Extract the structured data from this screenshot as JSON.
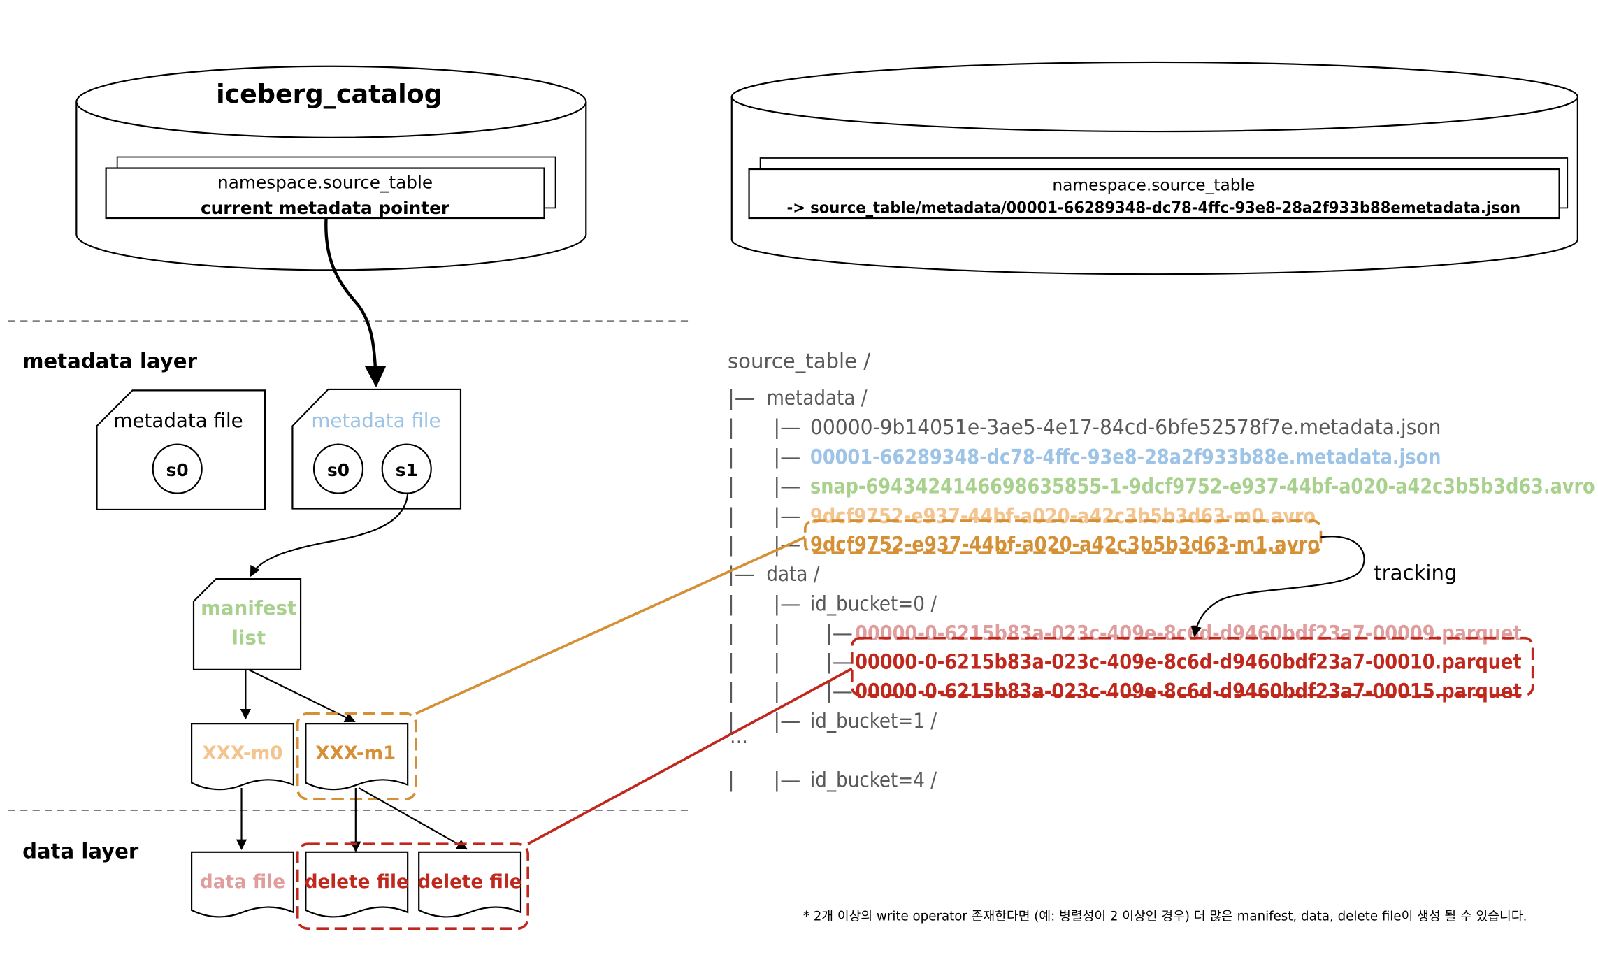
{
  "colors": {
    "black": "#000000",
    "gray_text": "#595959",
    "light_blue": "#9dc3e6",
    "light_green": "#a9d18e",
    "light_orange": "#f4c48e",
    "orange": "#d59035",
    "light_red": "#e09d9d",
    "dark_red": "#c0281d",
    "dash_gray": "#7f7f7f"
  },
  "catalog_left": {
    "title": "iceberg_catalog",
    "table_name": "namespace.source_table",
    "pointer_label": "current metadata pointer"
  },
  "catalog_right": {
    "table_name": "namespace.source_table",
    "pointer_path": "-> source_table/metadata/00001-66289348-dc78-4ffc-93e8-28a2f933b88emetadata.json"
  },
  "layers": {
    "metadata": "metadata layer",
    "data": "data layer"
  },
  "nodes": {
    "metadata_file_old": {
      "label": "metadata file",
      "snapshots": [
        "s0"
      ]
    },
    "metadata_file_new": {
      "label": "metadata file",
      "snapshots": [
        "s0",
        "s1"
      ]
    },
    "manifest_list": {
      "line1": "manifest",
      "line2": "list"
    },
    "manifest_m0": "XXX-m0",
    "manifest_m1": "XXX-m1",
    "data_file": "data file",
    "delete_file_1": "delete file",
    "delete_file_2": "delete file"
  },
  "tree": {
    "root": "source_table /",
    "lines": [
      {
        "prefix": "|— ",
        "text": "metadata /",
        "style": "gray"
      },
      {
        "prefix": "|      |— ",
        "text": "00000-9b14051e-3ae5-4e17-84cd-6bfe52578f7e.metadata.json",
        "style": "gray"
      },
      {
        "prefix": "|      |— ",
        "text": "00001-66289348-dc78-4ffc-93e8-28a2f933b88e.metadata.json",
        "style": "light_blue"
      },
      {
        "prefix": "|      |— ",
        "text": "snap-6943424146698635855-1-9dcf9752-e937-44bf-a020-a42c3b5b3d63.avro",
        "style": "light_green"
      },
      {
        "prefix": "|      |— ",
        "text": "9dcf9752-e937-44bf-a020-a42c3b5b3d63-m0.avro",
        "style": "light_orange"
      },
      {
        "prefix": "|      |— ",
        "text": "9dcf9752-e937-44bf-a020-a42c3b5b3d63-m1.avro",
        "style": "orange"
      },
      {
        "prefix": "|— ",
        "text": "data /",
        "style": "gray"
      },
      {
        "prefix": "|      |— ",
        "text": "id_bucket=0 /",
        "style": "gray"
      },
      {
        "prefix": "|      |       |— ",
        "text": "00000-0-6215b83a-023c-409e-8c6d-d9460bdf23a7-00009.parquet",
        "style": "light_red"
      },
      {
        "prefix": "|      |       |— ",
        "text": "00000-0-6215b83a-023c-409e-8c6d-d9460bdf23a7-00010.parquet",
        "style": "dark_red"
      },
      {
        "prefix": "|      |       |— ",
        "text": "00000-0-6215b83a-023c-409e-8c6d-d9460bdf23a7-00015.parquet",
        "style": "dark_red"
      },
      {
        "prefix": "|      |— ",
        "text": "id_bucket=1 /",
        "style": "gray"
      },
      {
        "prefix": "",
        "text": "…",
        "style": "gray"
      },
      {
        "prefix": "|      |— ",
        "text": "id_bucket=4 /",
        "style": "gray"
      }
    ]
  },
  "tracking_label": "tracking",
  "footnote": "* 2개 이상의 write operator 존재한다면 (예: 병렬성이 2 이상인 경우) 더 많은 manifest, data, delete file이 생성 될 수 있습니다."
}
